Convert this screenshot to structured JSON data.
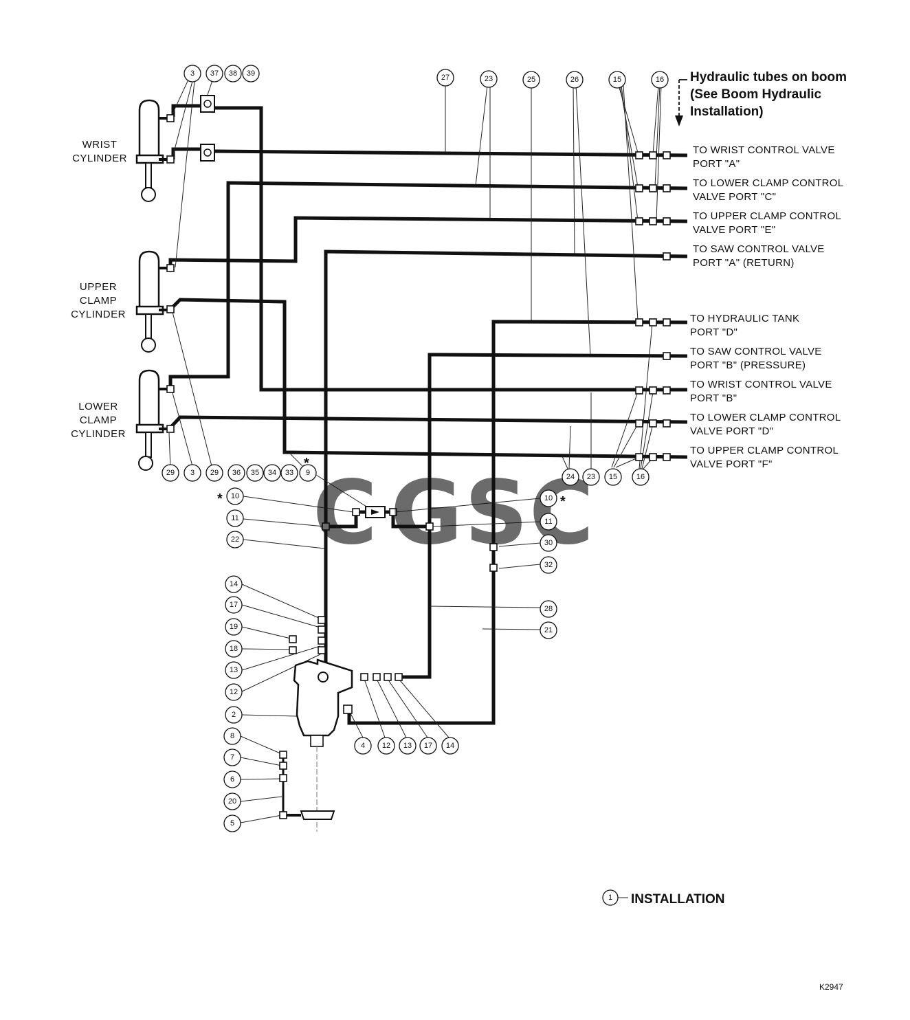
{
  "header_note": {
    "line1": "Hydraulic tubes on boom",
    "line2": "(See Boom Hydraulic",
    "line3": "Installation)"
  },
  "cylinders": {
    "wrist": [
      "WRIST",
      "CYLINDER"
    ],
    "upper": [
      "UPPER",
      "CLAMP",
      "CYLINDER"
    ],
    "lower": [
      "LOWER",
      "CLAMP",
      "CYLINDER"
    ]
  },
  "ports": [
    [
      "TO WRIST CONTROL VALVE",
      "PORT \"A\""
    ],
    [
      "TO LOWER CLAMP CONTROL",
      "VALVE PORT \"C\""
    ],
    [
      "TO UPPER CLAMP CONTROL",
      "VALVE PORT \"E\""
    ],
    [
      "TO SAW CONTROL VALVE",
      "PORT \"A\" (RETURN)"
    ],
    [
      "TO HYDRAULIC TANK",
      "PORT \"D\""
    ],
    [
      "TO SAW CONTROL VALVE",
      "PORT \"B\" (PRESSURE)"
    ],
    [
      "TO WRIST CONTROL VALVE",
      "PORT \"B\""
    ],
    [
      "TO LOWER CLAMP CONTROL",
      "VALVE PORT \"D\""
    ],
    [
      "TO UPPER CLAMP CONTROL",
      "VALVE PORT \"F\""
    ]
  ],
  "callouts": {
    "top_left": [
      "3",
      "37",
      "38",
      "39"
    ],
    "top": [
      "27",
      "23",
      "25",
      "26",
      "15",
      "16"
    ],
    "bottom_row": [
      "29",
      "3",
      "29",
      "36",
      "35",
      "34",
      "33",
      "9"
    ],
    "right_cluster": [
      "24",
      "23",
      "15",
      "16"
    ],
    "left_check": [
      "10",
      "11",
      "22"
    ],
    "right_check": [
      "10",
      "11",
      "30",
      "32",
      "28",
      "21"
    ],
    "motor_left": [
      "14",
      "17",
      "19",
      "18",
      "13",
      "12",
      "2",
      "8",
      "7",
      "6",
      "20",
      "5"
    ],
    "motor_bottom": [
      "4",
      "12",
      "13",
      "17",
      "14"
    ],
    "legend": "1"
  },
  "asterisk": "*",
  "legend_text": "INSTALLATION",
  "figure_code": "K2947",
  "watermark": {
    "letters": [
      "C",
      "G",
      "S",
      "C"
    ],
    "colors": [
      "#4a86e8",
      "#ea6a5e",
      "#f7d44c",
      "#57b38a"
    ]
  }
}
